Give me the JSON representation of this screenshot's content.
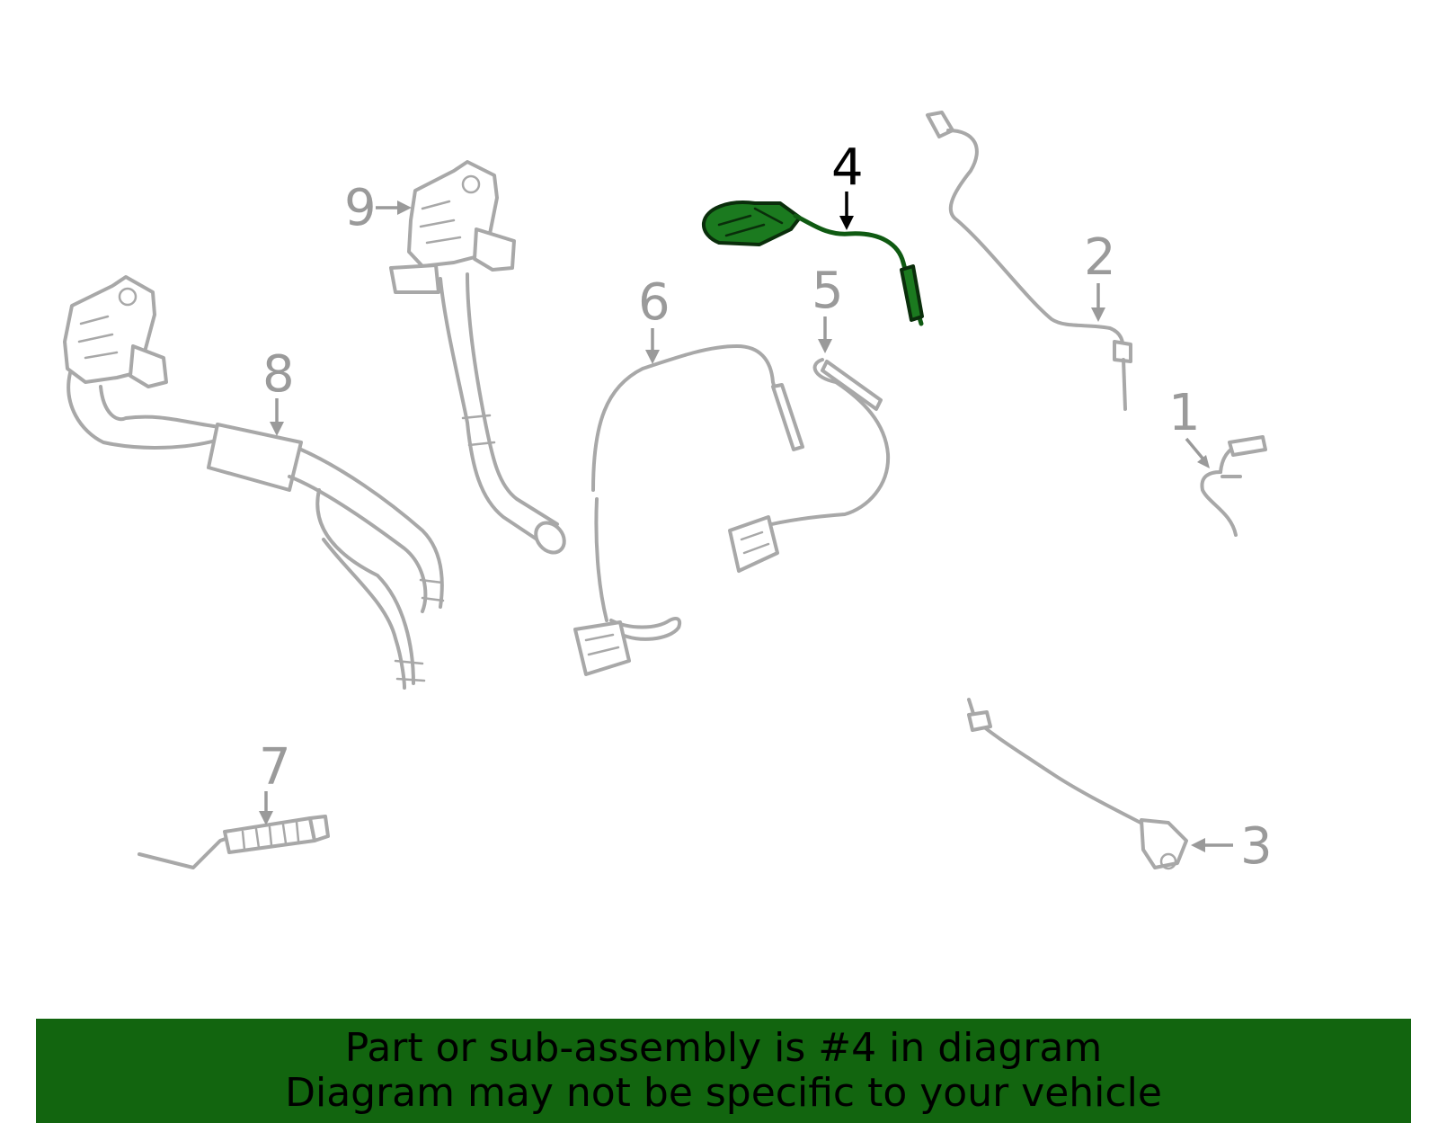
{
  "callouts": [
    {
      "id": "1",
      "label": "1"
    },
    {
      "id": "2",
      "label": "2"
    },
    {
      "id": "3",
      "label": "3"
    },
    {
      "id": "4",
      "label": "4"
    },
    {
      "id": "5",
      "label": "5"
    },
    {
      "id": "6",
      "label": "6"
    },
    {
      "id": "7",
      "label": "7"
    },
    {
      "id": "8",
      "label": "8"
    },
    {
      "id": "9",
      "label": "9"
    }
  ],
  "highlighted_part": "4",
  "colors": {
    "highlight": "#1b7a1f",
    "banner": "#12650f",
    "part_line": "#a8a8a8"
  },
  "banner": {
    "line1": "Part or sub-assembly is #4 in diagram",
    "line2": "Diagram may not be specific to your vehicle"
  }
}
